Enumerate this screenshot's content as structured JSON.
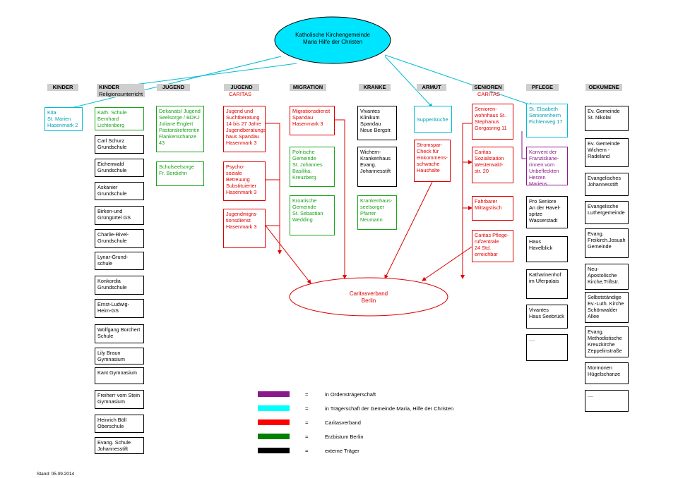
{
  "top_node": "Katholische Kirchengemeinde\nMaria Hilfe der Christen",
  "caritas_node": "Caritasverband\nBerlin",
  "headers": {
    "kinder1": "KINDER",
    "kinder2": "KINDER",
    "kinder2_sub": "Religionsunterricht",
    "jugend1": "JUGEND",
    "jugend2": "JUGEND",
    "jugend2_sub": "CARITAS",
    "migration": "MIGRATION",
    "kranke": "KRANKE",
    "armut": "ARMUT",
    "senioren": "SENIOREN",
    "senioren_sub": "CARITAS",
    "pflege": "PFLEGE",
    "oekumene": "OEKUMENE"
  },
  "col_kinder1": [
    "Kita\nSt. Marien\nHasenmark 2"
  ],
  "col_kinder2": [
    "Kath. Schule\nBernhard\nLichtenberg",
    "Carl Schurz\nGrundschule",
    "Eichenwald\nGrundschule",
    "Askanier\nGrundschule",
    "Birken-und\nGrüngürtel GS",
    "Charlie-Rivel-\nGrundschule",
    "Lynar-Grund-\nschule",
    "Konkordia\nGrundschule",
    "Ernst-Ludwig-\nHeim-GS",
    "Wolfgang Borchert\nSchule",
    "Lily Braun\nGymnasium",
    "Kant Gymnasium",
    "Freiherr vom Stein\nGymnasium",
    "Heinrich Böll\nOberschule",
    "Evang. Schule\nJohannesstift"
  ],
  "col_jugend1": [
    "Dekanats/ Jugend\nSeelsorge / BDKJ\nJuliane Englert\nPastoralreferentin\nFlankenschanze\n43",
    "Schulseelsorge\nFr. Bordiehn"
  ],
  "col_jugend2": [
    "Jugend und\nSuchtberatung\n14 bis 27 Jahre\nJugendberatungs\nhaus Spandau\nHasenmark 3",
    "Psycho-\nsoziale\nBetreuung\nSubstituierter\nHasenmark 3",
    "Jugendmigra-\ntionsdienst\nHasenmark 3"
  ],
  "col_migration": [
    "Migrationsdienst\nSpandau\nHasenmark 3",
    "Polnische\nGemeinde\nSt. Johannes\nBasilika,\nKreuzberg",
    "Kroatische\nGemeinde\nSt. Sebastian\nWedding"
  ],
  "col_kranke": [
    "Vivantes\nKlinikum\nSpandau\nNeue Bergstr.",
    "Wichern-\nKrankenhaus\nEvang.\nJohannesstift",
    "Krankenhaus-\nseelsorger\nPfarrer\nNeumann"
  ],
  "col_armut": [
    "Suppenküche",
    "Stromspar-\nCheck für\neinkommens-\nschwache\nHaushalte"
  ],
  "col_senioren": [
    "Senioren-\nwohnhaus St.\nStephanus\nGorgasring 11",
    "Caritas\nSozialstation\nWesterwald-\nstr. 20",
    "Fahrbarer\nMittagstisch",
    "Caritas Pflege-\nrufzentrale\n24 Std.\nerreichbar"
  ],
  "col_pflege": [
    "St. Elisabeth\nSeniorenheim\nFichtenweg 17",
    "Konvent der\nFranziskane-\nrinnen vom\nUnbefleckten\nHerzen Mariens",
    "Pro Seniore\nAn der Havel-\nspitze\nWasserstadt",
    "Haus\nHavelblick",
    "Katharinenhof\nim Uferpalais",
    "Vivantes\nHaus Seebrück",
    "...."
  ],
  "col_oekumene": [
    "Ev. Gemeinde\nSt. Nikolai",
    "Ev. Gemeinde\nWichern -\nRadeland",
    "Evangelisches\nJohannesstift",
    "Evangelische\nLuthergemeinde",
    "Evang.\nFreikirch.Josuah\nGemeinde",
    "Neu-\nApostolische\nKirche,Triftstr.",
    "Selbstständige\nEv.-Luth. Kirche\nSchönwalder\nAllee",
    "Evang.\nMethodistische\nKreuzkirche\nZeppelinstraße",
    "Mormonen\nHügelschanze",
    "...."
  ],
  "legend": [
    {
      "color": "#8a1a8a",
      "eq": "=",
      "text": "in Ordensträgerschaft"
    },
    {
      "color": "#00ffff",
      "eq": "=",
      "text": "in Trägerschaft der Gemeinde Maria, Hilfe der Christen"
    },
    {
      "color": "#ff0000",
      "eq": "=",
      "text": "Caritasverband"
    },
    {
      "color": "#008000",
      "eq": "=",
      "text": "Erzbistum Berlin"
    },
    {
      "color": "#000000",
      "eq": "=",
      "text": "externe Träger"
    }
  ],
  "stand": "Stand: 05.09.2014",
  "colors": {
    "red": "#e00000",
    "cyan": "#00bcd4",
    "green": "#19a319",
    "purple": "#8a1a8a",
    "black": "#000000",
    "top_fill": "#00e5ff",
    "header_bg": "#cfcfcf"
  }
}
